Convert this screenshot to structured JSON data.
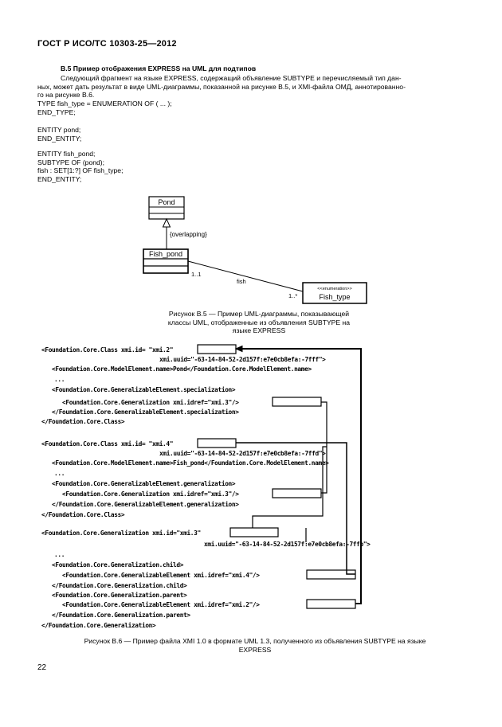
{
  "header": "ГОСТ Р ИСО/ТС 10303-25—2012",
  "section_title": "В.5 Пример отображения EXPRESS на UML для подтипов",
  "paragraph": [
    "Следующий фрагмент на языке EXPRESS, содержащий объявление SUBTYPE и перечисляемый тип дан-",
    "ных, может дать результат в виде UML-диаграммы, показанной на рисунке В.5, и XMI-файла ОМД, аннотированно-",
    "го на рисунке В.6."
  ],
  "code_blocks": [
    [
      "TYPE fish_type = ENUMERATION OF ( ... );",
      "END_TYPE;"
    ],
    [
      "ENTITY pond;",
      "END_ENTITY;"
    ],
    [
      "ENTITY fish_pond;",
      "SUBTYPE OF (pond);",
      "fish : SET[1:?] OF fish_type;",
      "END_ENTITY;"
    ]
  ],
  "uml": {
    "pond": "Pond",
    "constraint": "{overlapping}",
    "fish_pond": "Fish_pond",
    "multiplicity_left": "1..1",
    "role": "fish",
    "multiplicity_right": "1..*",
    "stereotype": "<<enumeration>>",
    "fish_type": "Fish_type"
  },
  "figure_b5_caption": [
    "Рисунок В.5 — Пример UML-диаграммы, показывающей",
    "классы UML, отображенные из объявления SUBTYPE на",
    "языке EXPRESS"
  ],
  "xmi_lines": [
    "<Foundation.Core.Class xmi.id= \"xmi.2\"",
    "xmi.uuid=\"-63-14-84-52-2d157f:e7e0cb8efa:-7fff\">",
    "<Foundation.Core.ModelElement.name>Pond</Foundation.Core.ModelElement.name>",
    "...",
    "<Foundation.Core.GeneralizableElement.specialization>",
    "<Foundation.Core.Generalization xmi.idref=\"xmi.3\"/>",
    "</Foundation.Core.GeneralizableElement.specialization>",
    "</Foundation.Core.Class>",
    "<Foundation.Core.Class xmi.id= \"xmi.4\"",
    "xmi.uuid=\"-63-14-84-52-2d157f:e7e0cb8efa:-7ffd\">",
    "<Foundation.Core.ModelElement.name>Fish_pond</Foundation.Core.ModelElement.name>",
    "...",
    "<Foundation.Core.GeneralizableElement.generalization>",
    "<Foundation.Core.Generalization xmi.idref=\"xmi.3\"/>",
    "</Foundation.Core.GeneralizableElement.generalization>",
    "</Foundation.Core.Class>",
    "<Foundation.Core.Generalization xmi.id=\"xmi.3\"",
    "xmi.uuid=\"-63-14-84-52-2d157f:e7e0cb8efa:-7ffb\">",
    "...",
    "<Foundation.Core.Generalization.child>",
    "<Foundation.Core.GeneralizableElement xmi.idref=\"xmi.4\"/>",
    "</Foundation.Core.Generalization.child>",
    "<Foundation.Core.Generalization.parent>",
    "<Foundation.Core.GeneralizableElement xmi.idref=\"xmi.2\"/>",
    "</Foundation.Core.Generalization.parent>",
    "</Foundation.Core.Generalization>"
  ],
  "figure_b6_caption": [
    "Рисунок В.6 — Пример файла XMI 1.0 в формате UML 1.3, полученного из объявления  SUBTYPE на языке",
    "EXPRESS"
  ],
  "page_number": "22"
}
